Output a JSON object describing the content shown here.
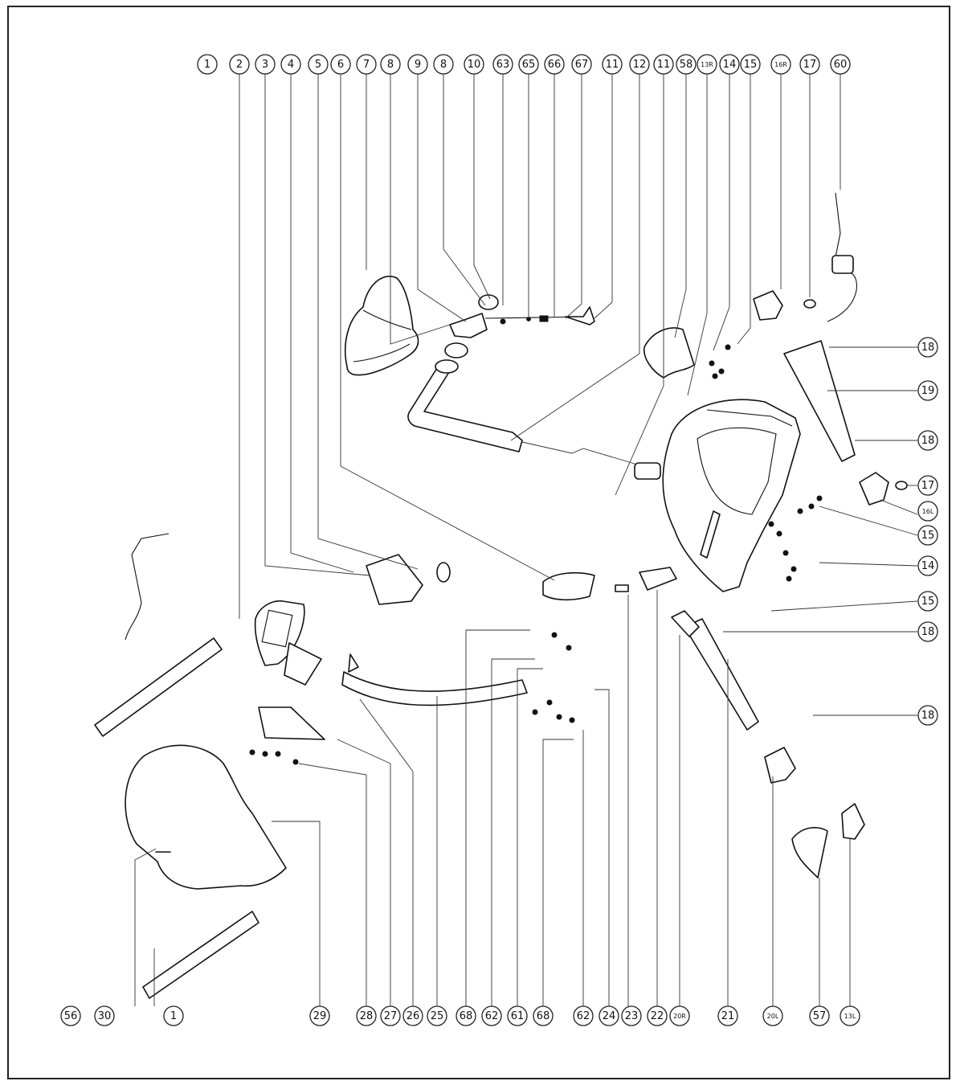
{
  "callouts": {
    "top": [
      {
        "label": "1"
      },
      {
        "label": "2"
      },
      {
        "label": "3"
      },
      {
        "label": "4"
      },
      {
        "label": "5"
      },
      {
        "label": "6"
      },
      {
        "label": "7"
      },
      {
        "label": "8"
      },
      {
        "label": "9"
      },
      {
        "label": "8"
      },
      {
        "label": "10"
      },
      {
        "label": "63"
      },
      {
        "label": "65"
      },
      {
        "label": "66"
      },
      {
        "label": "67"
      },
      {
        "label": "11"
      },
      {
        "label": "12"
      },
      {
        "label": "11"
      },
      {
        "label": "58"
      },
      {
        "label": "13R"
      },
      {
        "label": "14"
      },
      {
        "label": "15"
      },
      {
        "label": "16R"
      },
      {
        "label": "17"
      },
      {
        "label": "60"
      }
    ],
    "right": [
      {
        "label": "18"
      },
      {
        "label": "19"
      },
      {
        "label": "18"
      },
      {
        "label": "17"
      },
      {
        "label": "16L"
      },
      {
        "label": "15"
      },
      {
        "label": "14"
      },
      {
        "label": "15"
      },
      {
        "label": "18"
      },
      {
        "label": "18"
      }
    ],
    "bottom": [
      {
        "label": "56"
      },
      {
        "label": "30"
      },
      {
        "label": "1"
      },
      {
        "label": "29"
      },
      {
        "label": "28"
      },
      {
        "label": "27"
      },
      {
        "label": "26"
      },
      {
        "label": "25"
      },
      {
        "label": "68"
      },
      {
        "label": "62"
      },
      {
        "label": "61"
      },
      {
        "label": "68"
      },
      {
        "label": "62"
      },
      {
        "label": "24"
      },
      {
        "label": "23"
      },
      {
        "label": "22"
      },
      {
        "label": "20R"
      },
      {
        "label": "21"
      },
      {
        "label": "20L"
      },
      {
        "label": "57"
      },
      {
        "label": "13L"
      }
    ]
  }
}
